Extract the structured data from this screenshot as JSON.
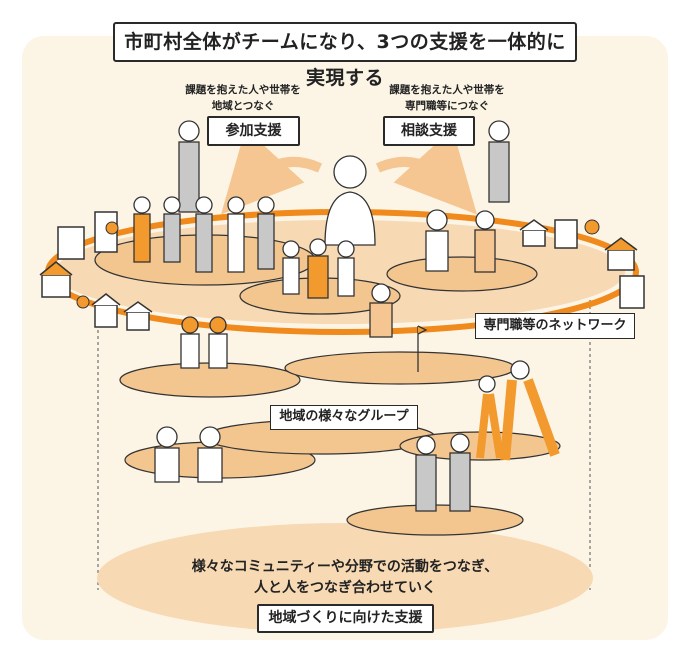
{
  "title": "市町村全体がチームになり、3つの支援を一体的に実現する",
  "participation": {
    "desc_line1": "課題を抱えた人や世帯を",
    "desc_line2": "地域とつなぐ",
    "label": "参加支援"
  },
  "consultation": {
    "desc_line1": "課題を抱えた人や世帯を",
    "desc_line2": "専門職等につなぐ",
    "label": "相談支援"
  },
  "network_label": "専門職等のネットワーク",
  "groups_label": "地域の様々なグループ",
  "community": {
    "line1": "様々なコミュニティーや分野での活動をつなぎ、",
    "line2": "人と人をつなぎ合わせていく",
    "label": "地域づくりに向けた支援"
  },
  "colors": {
    "accent": "#f29a2e",
    "ring": "#f08a1c",
    "disc": "#f7d9b4",
    "panel": "#fcf5e6"
  }
}
